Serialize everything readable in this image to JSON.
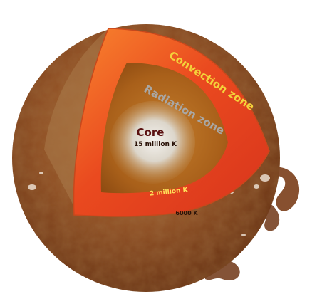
{
  "diagram": {
    "labels": {
      "convection": "Convection zone",
      "radiation": "Radiation zone",
      "core": "Core",
      "core_temp": "15 million K",
      "boundary_temp": "2 million K",
      "surface_temp": "6000 K"
    },
    "colors": {
      "surface": "#8a4a22",
      "surface_dark": "#5e2e12",
      "surface_light": "#b0703a",
      "convection": "#e8401f",
      "convection_light": "#f7812f",
      "radiation": "#b86a1c",
      "core": "#e9e6df",
      "convection_label": "#f4d23a",
      "radiation_label": "#a9a7a4",
      "core_label": "#5a1010",
      "temp_label": "#2a1208",
      "boundary_label": "#ffe35a"
    },
    "icons": [
      "sun-surface",
      "prominence"
    ]
  }
}
